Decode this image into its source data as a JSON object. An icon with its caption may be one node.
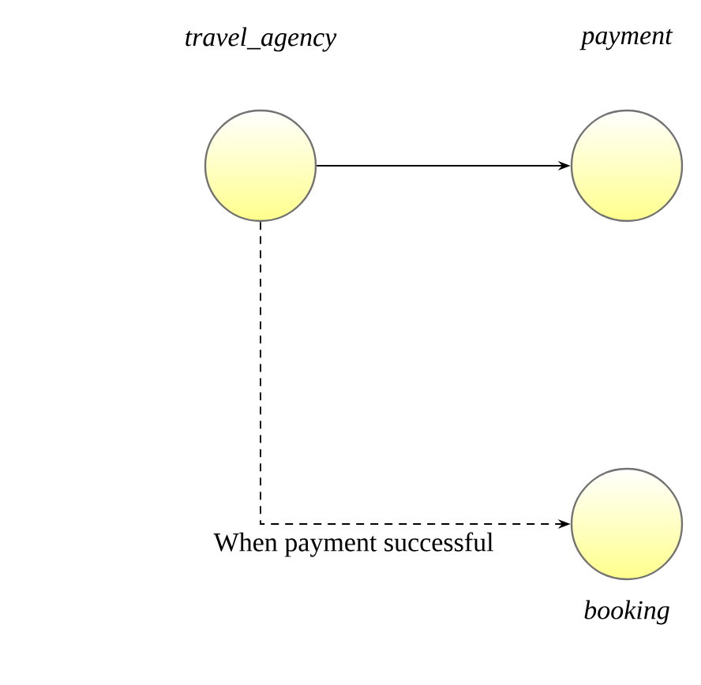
{
  "diagram": {
    "nodes": [
      {
        "text": [
          "travel_agency"
        ]
      },
      {
        "text": [
          "payment"
        ]
      },
      {
        "text": [
          "booking"
        ]
      }
    ],
    "edges": [
      {
        "from": 0,
        "to": 1,
        "arrow": "to"
      },
      {
        "from": 0,
        "to": 2,
        "arrow": "to",
        "style": "dashed",
        "label": "When payment successful"
      }
    ]
  }
}
